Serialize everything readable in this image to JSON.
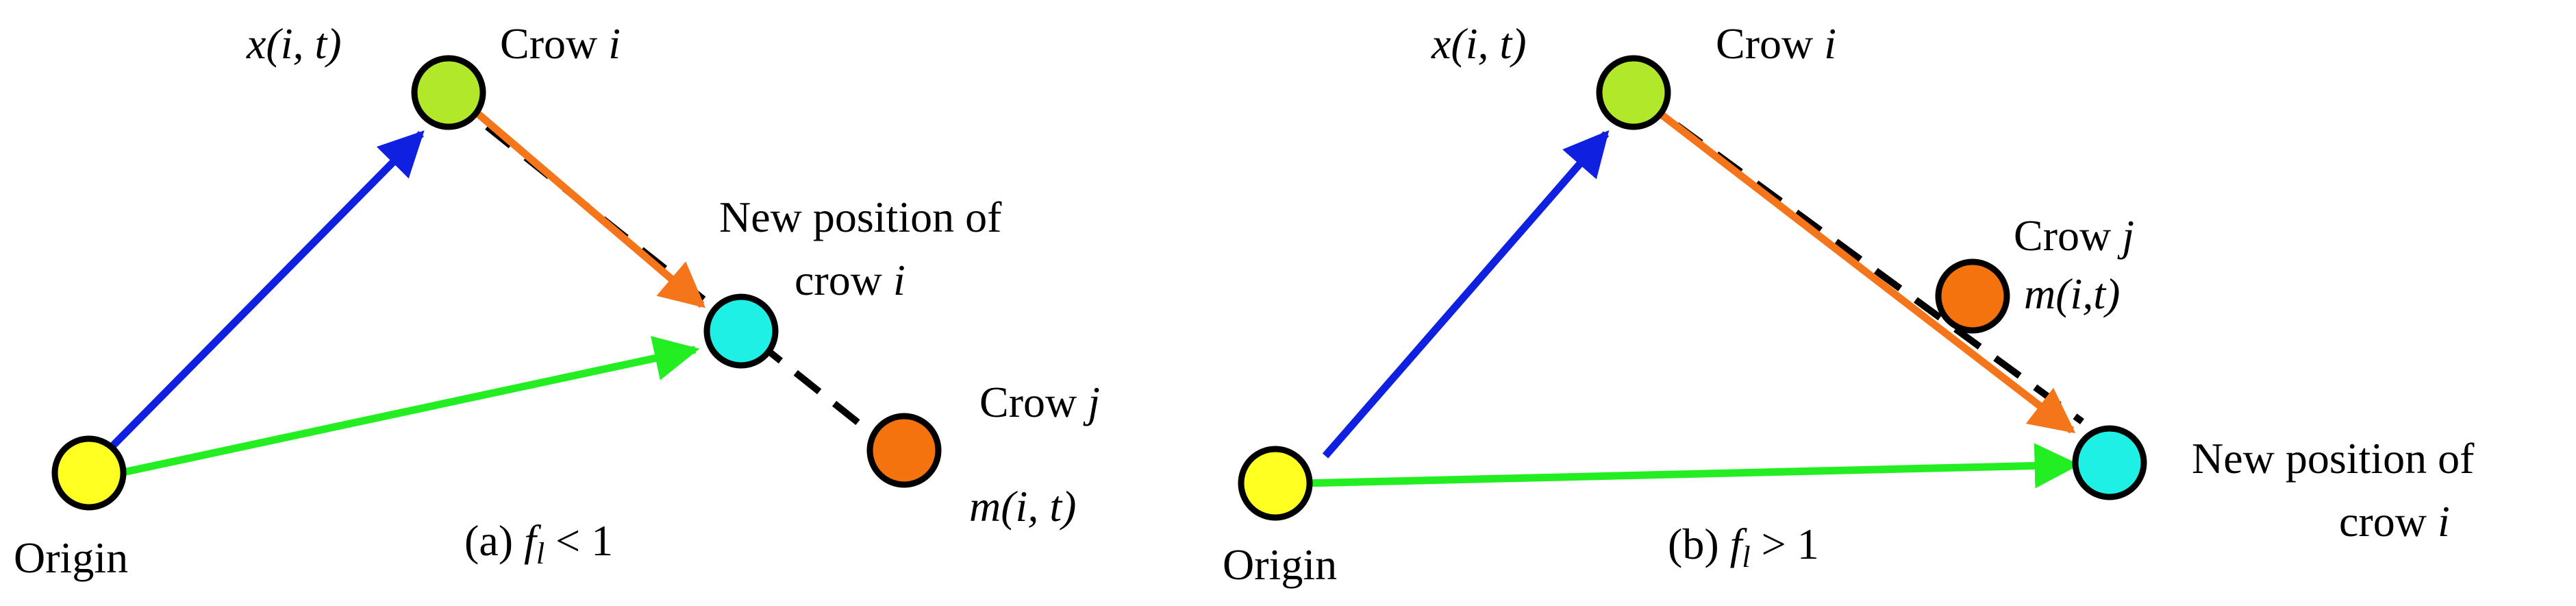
{
  "panel_a": {
    "caption_prefix": "(a) ",
    "caption_f": "f",
    "caption_sub": "l",
    "caption_rel": " < 1",
    "origin_label": "Origin",
    "xit_label": "x(i, t)",
    "crow_i_word": "Crow ",
    "crow_i_var": "i",
    "new_pos_line1": "New position of",
    "new_pos_line2_word": "crow ",
    "new_pos_line2_var": "i",
    "crow_j_word": "Crow ",
    "crow_j_var": "j",
    "mit_label": "m(i, t)"
  },
  "panel_b": {
    "caption_prefix": "(b) ",
    "caption_f": "f",
    "caption_sub": "l",
    "caption_rel": " > 1",
    "origin_label": "Origin",
    "xit_label": "x(i, t)",
    "crow_i_word": "Crow ",
    "crow_i_var": "i",
    "new_pos_line1": "New position of",
    "new_pos_line2_word": "crow ",
    "new_pos_line2_var": "i",
    "crow_j_word": "Crow ",
    "crow_j_var": "j",
    "mit_label": "m(i,t)"
  },
  "colors": {
    "origin_node": "#ffff22",
    "crow_i_node": "#b2e82a",
    "new_position_node": "#1ff0e6",
    "crow_j_node": "#f5730f",
    "blue_arrow": "#1020e0",
    "green_arrow": "#22ee22",
    "orange_arrow": "#f5751a",
    "dashed_line": "#000000"
  }
}
